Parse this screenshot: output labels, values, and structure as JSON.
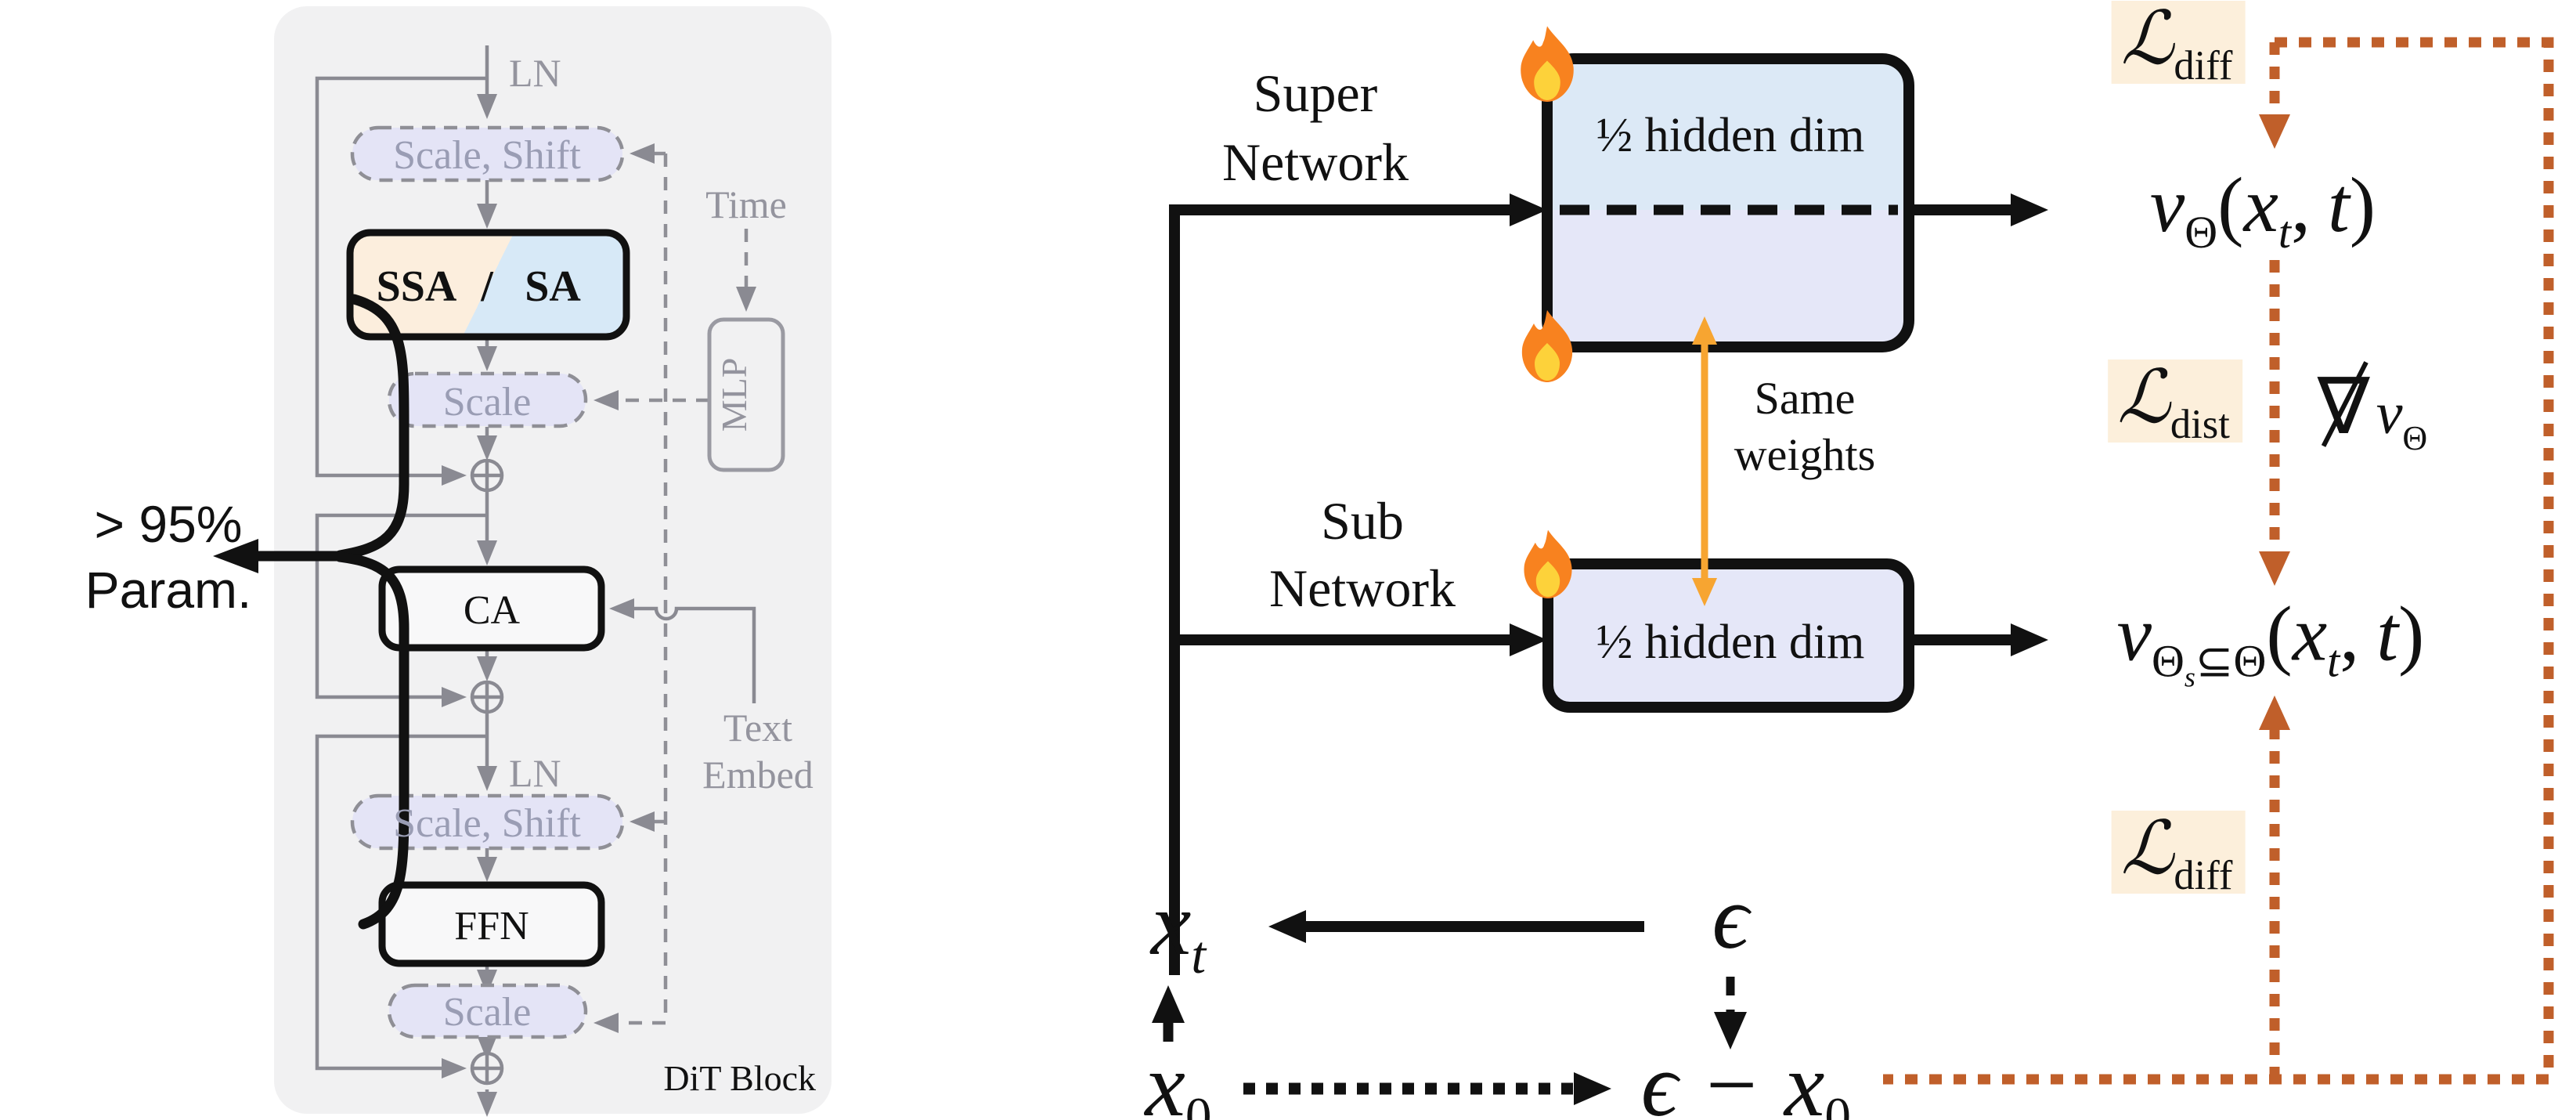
{
  "left": {
    "panel_title": "DiT Block",
    "param_label": {
      "line1": "> 95%",
      "line2": "Param."
    },
    "flow": {
      "ln1": "LN",
      "scale_shift1": "Scale, Shift",
      "ssa": "SSA",
      "slash": "/",
      "sa": "SA",
      "scale1": "Scale",
      "ca": "CA",
      "ln2": "LN",
      "scale_shift2": "Scale, Shift",
      "ffn": "FFN",
      "scale2": "Scale"
    },
    "conditioning": {
      "time": "Time",
      "mlp": "MLP",
      "text_embed_line1": "Text",
      "text_embed_line2": "Embed"
    }
  },
  "right": {
    "super_label": {
      "line1": "Super",
      "line2": "Network"
    },
    "sub_label": {
      "line1": "Sub",
      "line2": "Network"
    },
    "super_box_text": "½ hidden dim",
    "sub_box_text": "½ hidden dim",
    "same_weights": {
      "line1": "Same",
      "line2": "weights"
    },
    "losses": {
      "diff_top": {
        "symbol": "ℒ",
        "sub": "diff"
      },
      "dist": {
        "symbol": "ℒ",
        "sub": "dist"
      },
      "diff_bottom": {
        "symbol": "ℒ",
        "sub": "diff"
      }
    },
    "no_grad": {
      "nabla": "∇",
      "v": "v",
      "sub": "Θ"
    },
    "super_output": {
      "v": "v",
      "theta": "Θ",
      "lp": "(",
      "x": "x",
      "xsub": "t",
      "comma": ",",
      "t": "t",
      "rp": ")"
    },
    "sub_output": {
      "v": "v",
      "theta": "Θ",
      "s": "s",
      "rest": "⊆Θ",
      "lp": "(",
      "x": "x",
      "xsub": "t",
      "comma": ",",
      "t": "t",
      "rp": ")"
    },
    "vars": {
      "xt": {
        "base": "x",
        "sub": "t"
      },
      "eps": "ϵ",
      "x0": {
        "base": "x",
        "sub": "0"
      },
      "eps_minus_x0": {
        "base": "ϵ − x",
        "sub": "0"
      }
    },
    "colors": {
      "loss_highlight": "#fcefdb",
      "gradient_loop_orange": "#c05f2a",
      "same_weights_orange": "#f7a531",
      "super_top_fill": "#dce9f6",
      "hidden_fill": "#e5e7f8",
      "ssa_peach": "#fceedd",
      "sa_blue": "#d7e9f7"
    }
  }
}
